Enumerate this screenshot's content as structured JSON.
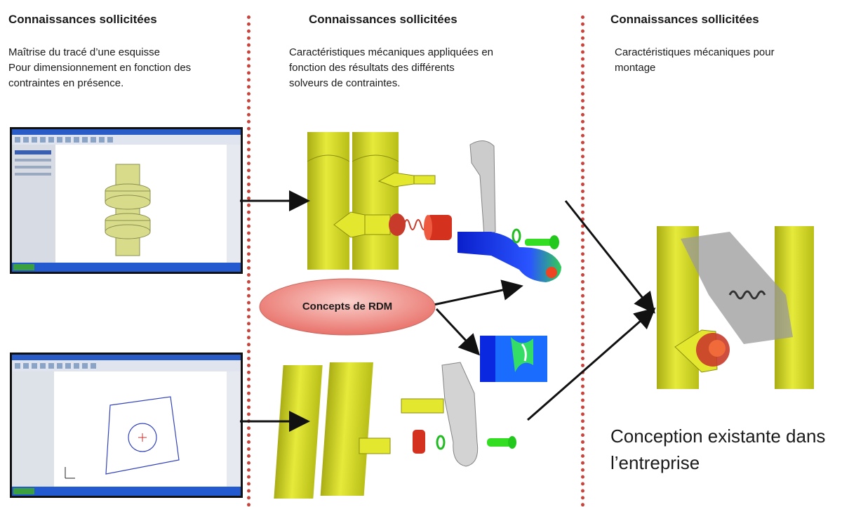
{
  "columns": [
    {
      "heading": "Connaissances sollicitées",
      "lines": [
        "Maîtrise du tracé d’une esquisse",
        "Pour dimensionnement en fonction des",
        "contraintes en présence."
      ]
    },
    {
      "heading": "Connaissances sollicitées",
      "lines": [
        "Caractéristiques mécaniques appliquées en",
        "fonction des résultats des différents",
        "solveurs de contraintes."
      ]
    },
    {
      "heading": "Connaissances sollicitées",
      "lines": [
        "Caractéristiques mécaniques pour",
        "montage"
      ]
    }
  ],
  "concept_label": "Concepts de RDM",
  "result_caption": [
    "Conception existante dans",
    "l’entreprise"
  ],
  "colors": {
    "divider": "#c8443c",
    "part_yellow": "#d9de1f",
    "spring_red": "#c83a2a",
    "fea_blue": "#1a3cff",
    "pin_green": "#33dd22",
    "ellipse_red": "#f08c86"
  }
}
